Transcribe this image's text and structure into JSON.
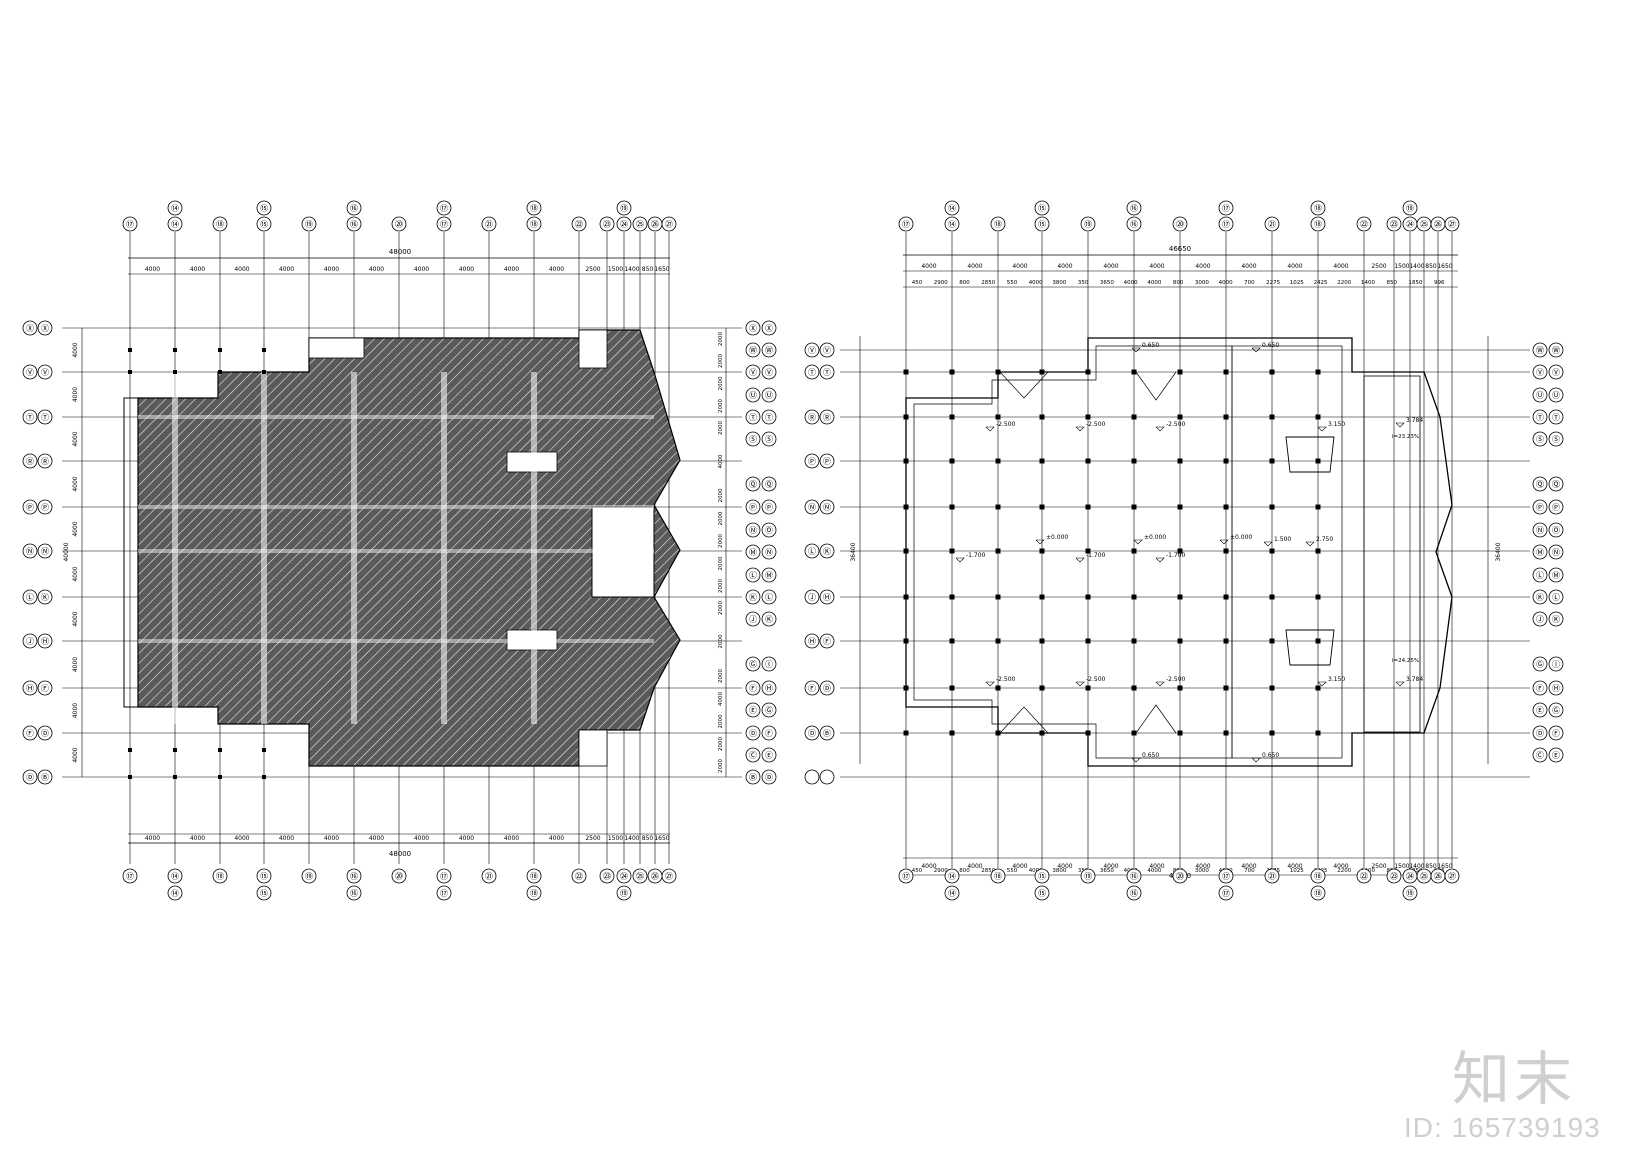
{
  "plan_left": {
    "top_col_labels": [
      "⑰",
      "⑭",
      "⑱",
      "⑮",
      "⑲",
      "⑯",
      "⑳",
      "⑰",
      "㉑",
      "⑱",
      "㉒",
      "㉓",
      "㉔",
      "㉕",
      "㉖",
      "㉗"
    ],
    "top_big_labels": [
      "⑭",
      "⑮",
      "⑯",
      "⑰",
      "⑱",
      "⑲"
    ],
    "top_dims": [
      "4000",
      "4000",
      "4000",
      "4000",
      "4000",
      "4000",
      "4000",
      "4000",
      "4000",
      "4000",
      "2500",
      "1500",
      "1400",
      "850",
      "1650"
    ],
    "total_dim": "48000",
    "row_labels_left": [
      "ⓍⓍ",
      "ⓋⓋ",
      "ⓉⓉ",
      "ⓇⓇ",
      "ⓅⓅ",
      "ⓃⓃ",
      "ⓁⓀ",
      "ⒿⒽ",
      "ⒽⒻ",
      "ⒻⒹ",
      "ⒹⒷ"
    ],
    "row_labels_right": [
      "ⓍⓍ",
      "ⓌⓌ",
      "ⓋⓋ",
      "ⓊⓊ",
      "ⓉⓉ",
      "ⓈⓈ",
      "ⓆⓆ",
      "ⓅⓅ",
      "ⓃⓄ",
      "ⓂⓃ",
      "ⓁⓂ",
      "ⓀⓁ",
      "ⒿⓀ",
      "ⒼⒾ",
      "ⒻⒽ",
      "ⒺⒼ",
      "ⒹⒻ",
      "ⒸⒺ",
      "ⒷⒹ"
    ],
    "side_dims_left": [
      "4000",
      "4000",
      "4000",
      "4000",
      "4000",
      "4000",
      "4000",
      "4000",
      "4000",
      "4000"
    ],
    "side_dims_right": [
      "2000",
      "2000",
      "2000",
      "2000",
      "2000",
      "4000",
      "2000",
      "2000",
      "2000",
      "2000",
      "2000",
      "2000",
      "2000",
      "2000",
      "4000",
      "2000",
      "2000",
      "2000",
      "2000"
    ],
    "vertical_total": "40000",
    "bottom_big_labels": [
      "⑭",
      "⑮",
      "⑯",
      "⑰",
      "⑱",
      "⑲"
    ]
  },
  "plan_right": {
    "top_dims_row1": [
      "4000",
      "4000",
      "4000",
      "4000",
      "4000",
      "4000",
      "4000",
      "4000",
      "4000",
      "4000",
      "2500",
      "1500",
      "1400",
      "850",
      "1650"
    ],
    "top_dims_row2": [
      "450",
      "2900",
      "800",
      "2850",
      "550",
      "4000",
      "3800",
      "350",
      "3650",
      "4000",
      "4000",
      "800",
      "3000",
      "4000",
      "700",
      "2275",
      "1025",
      "2425",
      "2200",
      "1400",
      "850",
      "1850",
      "996"
    ],
    "total_dim": "46650",
    "side_total": "36400",
    "elevations": [
      "0.650",
      "0.650",
      "-2.500",
      "-2.500",
      "-2.500",
      "-1.700",
      "-1.700",
      "-1.700",
      "±0.000",
      "±0.000",
      "±0.000",
      "1.500",
      "2.750",
      "3.150",
      "3.150",
      "3.784",
      "3.784",
      "0.650",
      "0.650",
      "-2.500",
      "-2.500",
      "-2.500"
    ],
    "slope_notes": [
      "i=23.23%",
      "i=24.25%"
    ],
    "bottom_big_labels": [
      "⑭",
      "⑮",
      "⑯",
      "⑰",
      "⑱",
      "⑲"
    ]
  },
  "watermark": {
    "logo": "知末",
    "id": "ID: 165739193"
  }
}
